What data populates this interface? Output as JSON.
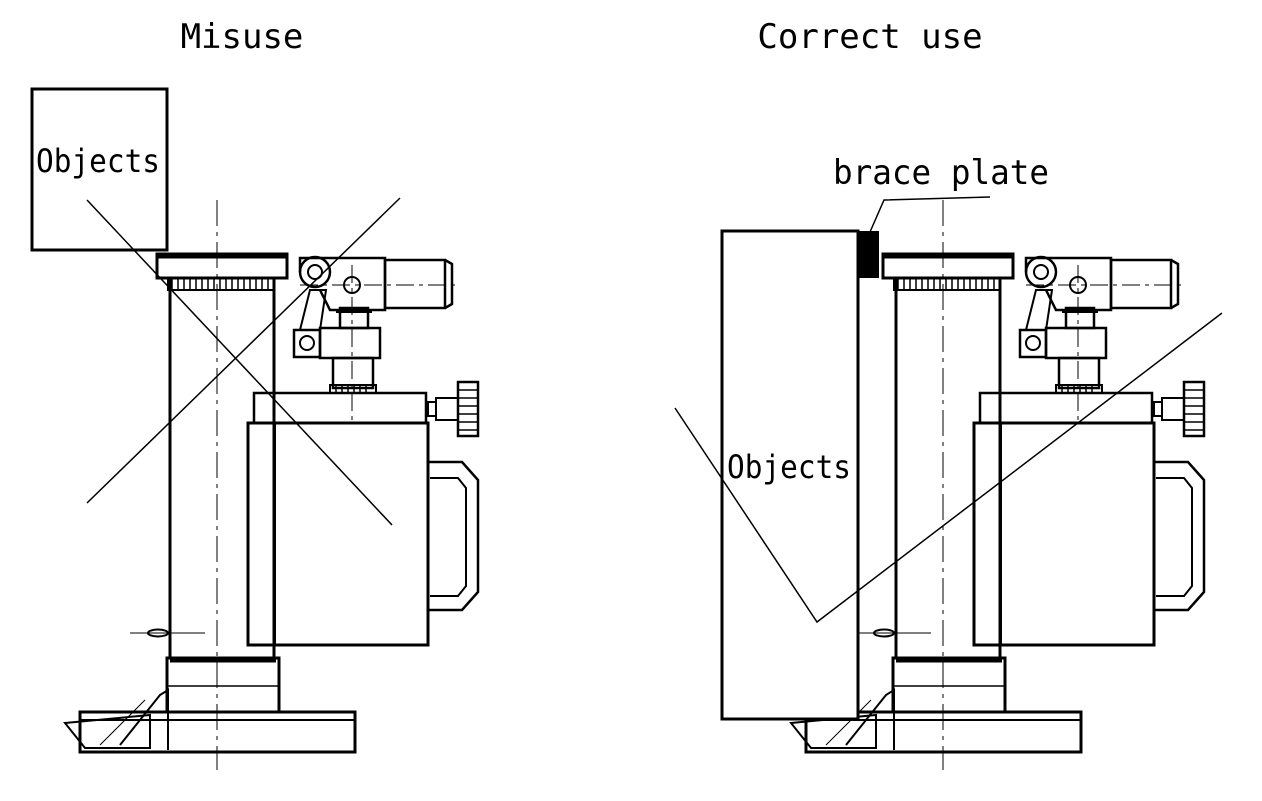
{
  "misuse": {
    "caption": "Misuse",
    "object_label": "Objects"
  },
  "correct_use": {
    "caption": "Correct use",
    "object_label": "Objects",
    "brace_plate_label": "brace plate"
  },
  "colors": {
    "line": "#000000",
    "background": "#ffffff",
    "brace_plate_fill": "#000000"
  }
}
